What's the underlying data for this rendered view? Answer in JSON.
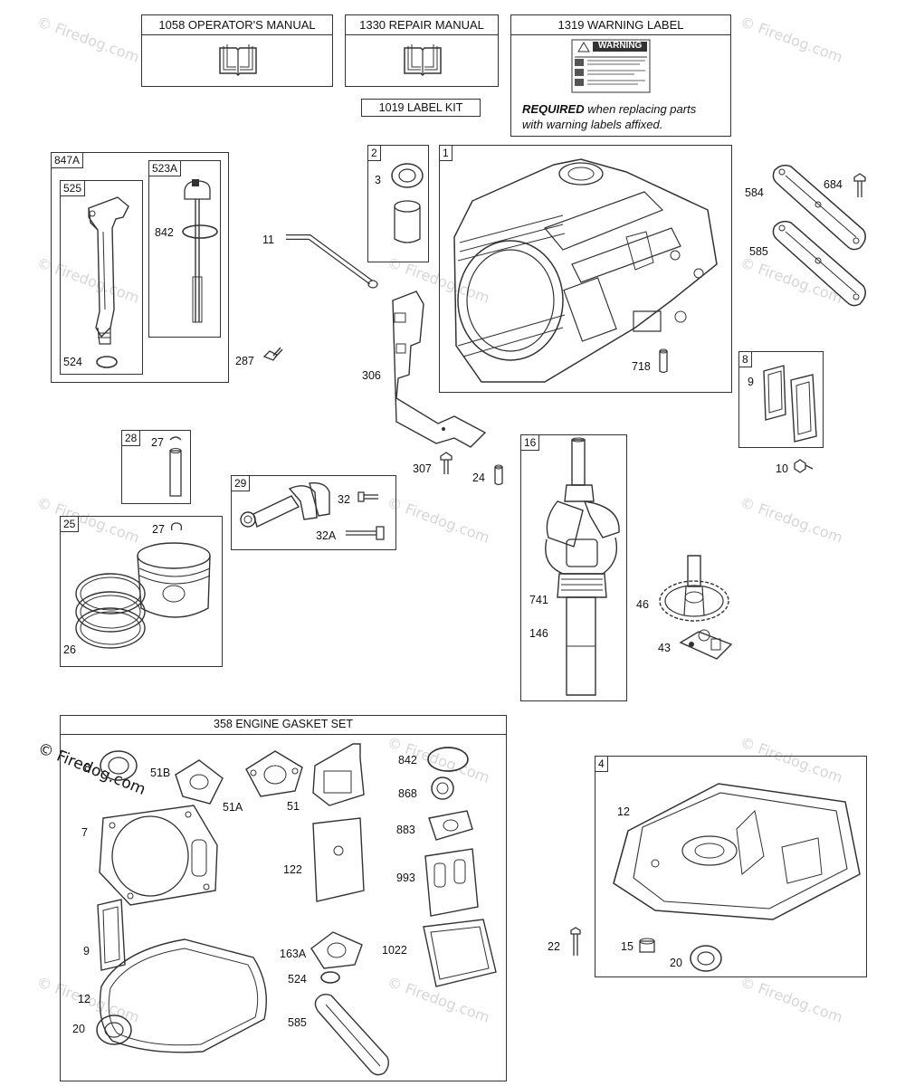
{
  "manuals": {
    "operators": "1058 OPERATOR'S MANUAL",
    "repair": "1330 REPAIR MANUAL",
    "warning": "1319 WARNING LABEL",
    "label_kit": "1019 LABEL KIT",
    "warning_decal_title": "WARNING",
    "required_bold": "REQUIRED",
    "required_rest_1": " when replacing parts",
    "required_rest_2": "with warning labels affixed."
  },
  "groups": {
    "g847A": "847A",
    "g525": "525",
    "g523A": "523A",
    "g2": "2",
    "g1": "1",
    "g8": "8",
    "g28": "28",
    "g29": "29",
    "g25": "25",
    "g16": "16",
    "g4": "4"
  },
  "gasket_set_title": "358 ENGINE GASKET SET",
  "callouts": {
    "c842_dip": "842",
    "c524_top": "524",
    "c287": "287",
    "c11": "11",
    "c3": "3",
    "c306": "306",
    "c307": "307",
    "c24": "24",
    "c718": "718",
    "c584": "584",
    "c684": "684",
    "c585_top": "585",
    "c9_top": "9",
    "c10": "10",
    "c27a": "27",
    "c27b": "27",
    "c32": "32",
    "c32A": "32A",
    "c26": "26",
    "c741": "741",
    "c146": "146",
    "c46": "46",
    "c43": "43",
    "g_8": "8",
    "g_51B": "51B",
    "g_51A": "51A",
    "g_51": "51",
    "g_842": "842",
    "g_868": "868",
    "g_7": "7",
    "g_883": "883",
    "g_122": "122",
    "g_993": "993",
    "g_9": "9",
    "g_163A": "163A",
    "g_1022": "1022",
    "g_524": "524",
    "g_12": "12",
    "g_585": "585",
    "g_20": "20",
    "c12_sump": "12",
    "c22": "22",
    "c15": "15",
    "c20_sump": "20"
  },
  "watermark": {
    "text": "© Firedog.com"
  },
  "colors": {
    "line": "#333333",
    "watermark": "#d6d6d6"
  }
}
